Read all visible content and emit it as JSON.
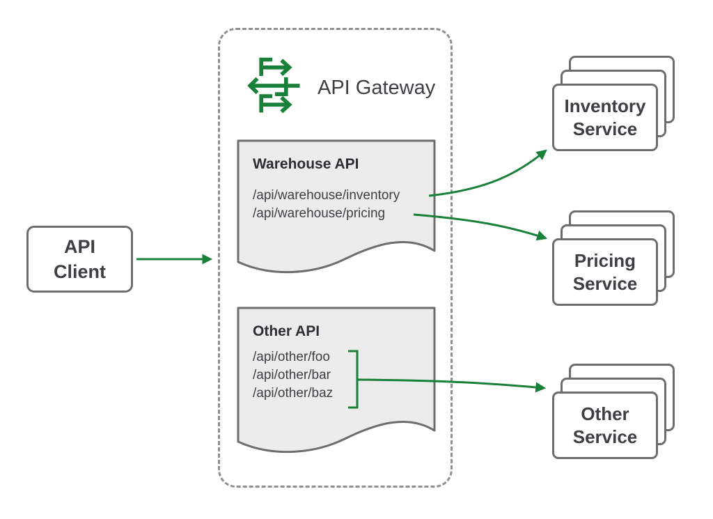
{
  "colors": {
    "green": "#188038",
    "border_gray": "#6d6d6d",
    "text_dark": "#3c4043",
    "doc_fill": "#ececec"
  },
  "client": {
    "line1": "API",
    "line2": "Client"
  },
  "gateway": {
    "title": "API Gateway",
    "warehouse_api": {
      "title": "Warehouse API",
      "routes": [
        "/api/warehouse/inventory",
        "/api/warehouse/pricing"
      ]
    },
    "other_api": {
      "title": "Other API",
      "routes": [
        "/api/other/foo",
        "/api/other/bar",
        "/api/other/baz"
      ]
    }
  },
  "services": [
    {
      "line1": "Inventory",
      "line2": "Service"
    },
    {
      "line1": "Pricing",
      "line2": "Service"
    },
    {
      "line1": "Other",
      "line2": "Service"
    }
  ],
  "connections": [
    {
      "from": "API Client",
      "to": "API Gateway"
    },
    {
      "from": "/api/warehouse/inventory",
      "to": "Inventory Service"
    },
    {
      "from": "/api/warehouse/pricing",
      "to": "Pricing Service"
    },
    {
      "from": "Other API routes",
      "to": "Other Service"
    }
  ]
}
